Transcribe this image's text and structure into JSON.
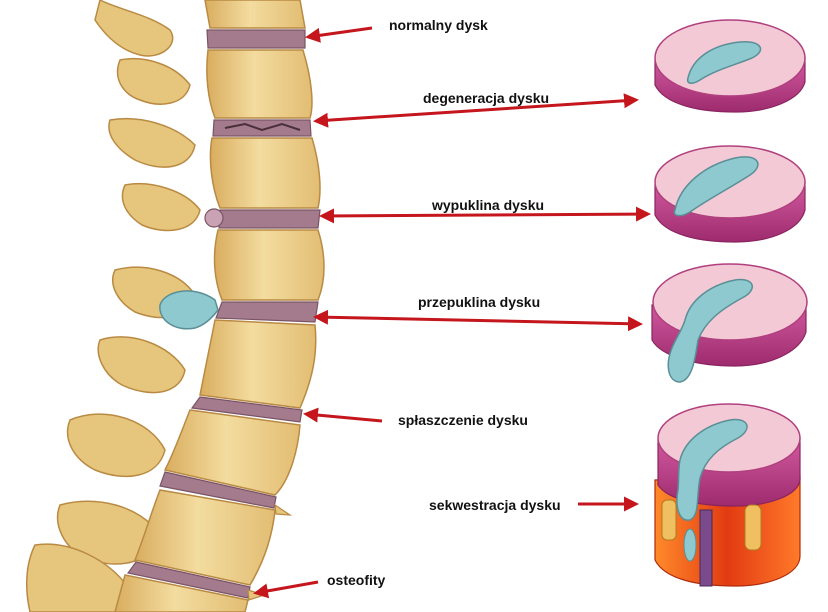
{
  "labels": {
    "normal": "normalny dysk",
    "degeneration": "degeneracja dysku",
    "bulge": "wypuklina dysku",
    "herniation": "przepuklina dysku",
    "flattening": "spłaszczenie dysku",
    "sequestration": "sekwestracja dysku",
    "osteophytes": "osteofity"
  },
  "colors": {
    "arrow": "#c4161c",
    "bone": "#eccf8a",
    "bone_shadow": "#c79a4e",
    "disc": "#a37b8c",
    "disc_top": "#f4c9d6",
    "disc_side": "#c2428a",
    "nucleus": "#8ec9cf",
    "nucleus_outline": "#5a8f96",
    "vessel": "#e0461c"
  }
}
